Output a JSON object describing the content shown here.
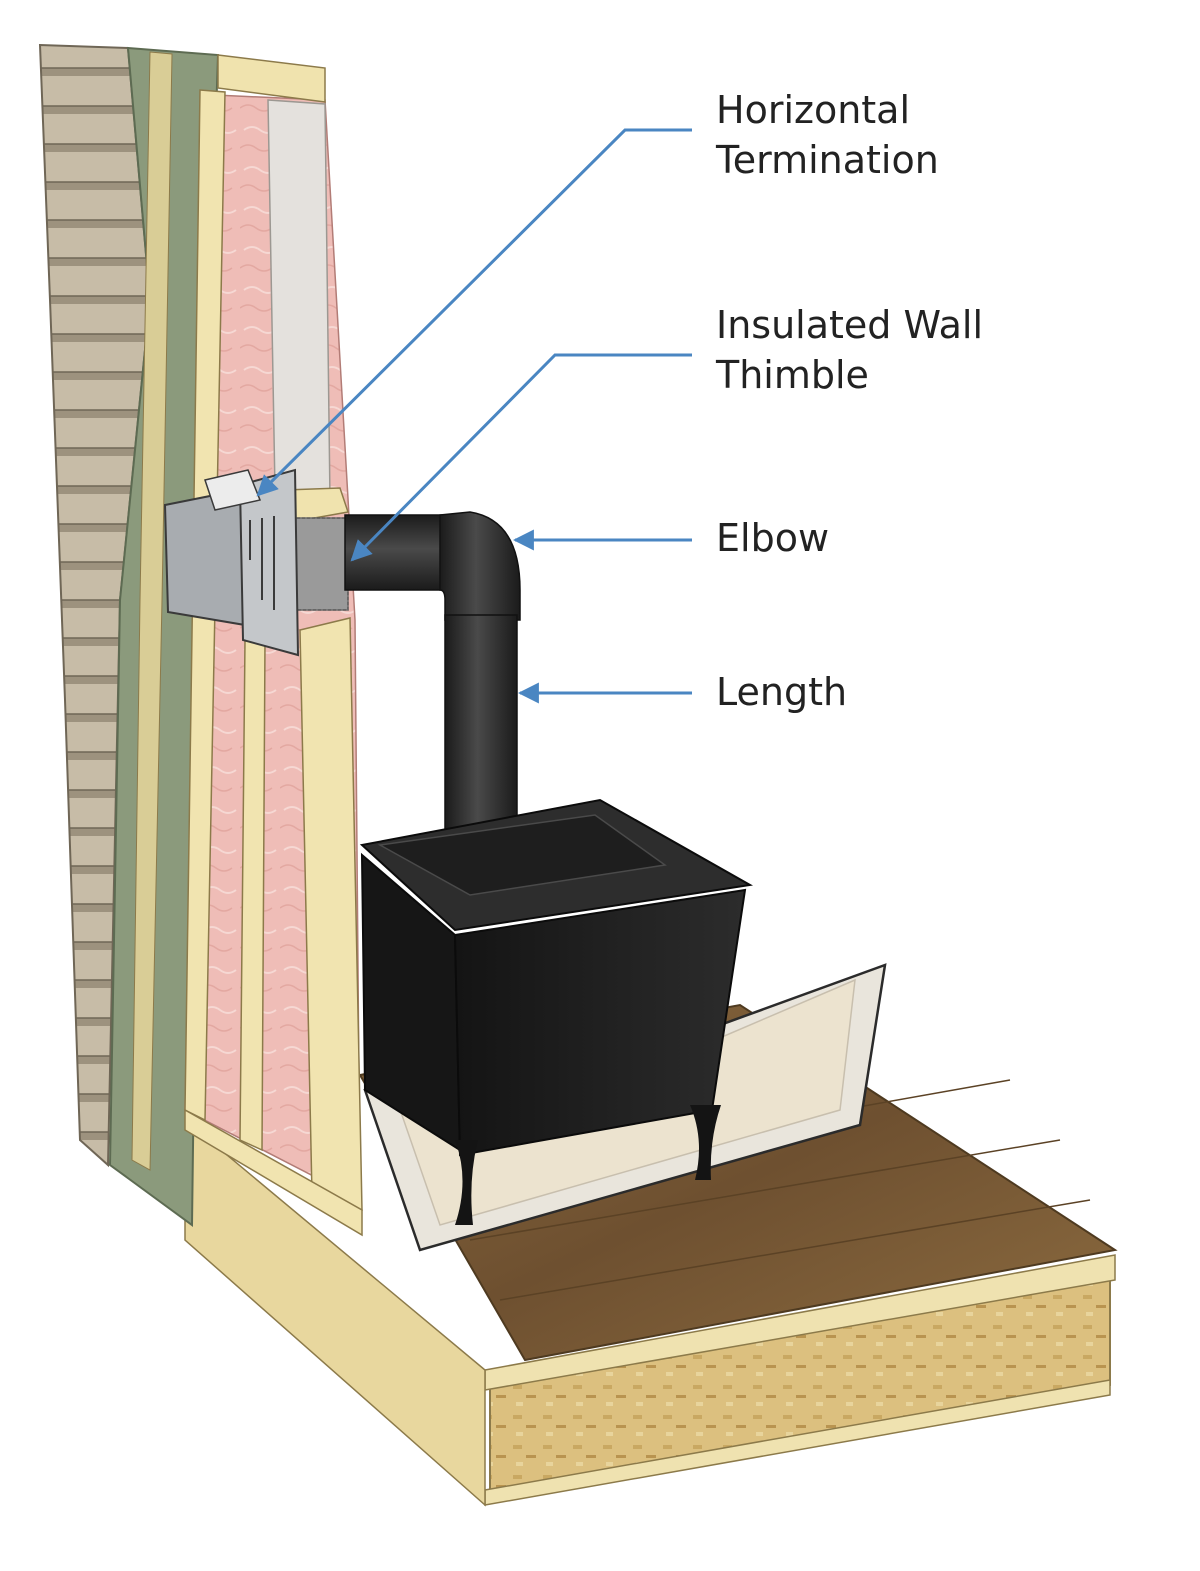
{
  "callouts": [
    {
      "id": "horizontal-termination",
      "lines": [
        "Horizontal",
        "Termination"
      ]
    },
    {
      "id": "insulated-wall-thimble",
      "lines": [
        "Insulated Wall",
        "Thimble"
      ]
    },
    {
      "id": "elbow",
      "lines": [
        "Elbow"
      ]
    },
    {
      "id": "length",
      "lines": [
        "Length"
      ]
    }
  ],
  "colors": {
    "leader": "#4a86c2",
    "label_text": "#222222",
    "siding": "#bdb29d",
    "sheathing": "#8b9a7c",
    "insulation": "#eebcb6",
    "lumber": "#efe3ad",
    "stove": "#1f1f1f",
    "pipe": "#2d2d2d",
    "floor_wood": "#7a5a33",
    "subfloor_osb": "#d9bf7c",
    "hearth_pad": "#e6e2d8"
  }
}
